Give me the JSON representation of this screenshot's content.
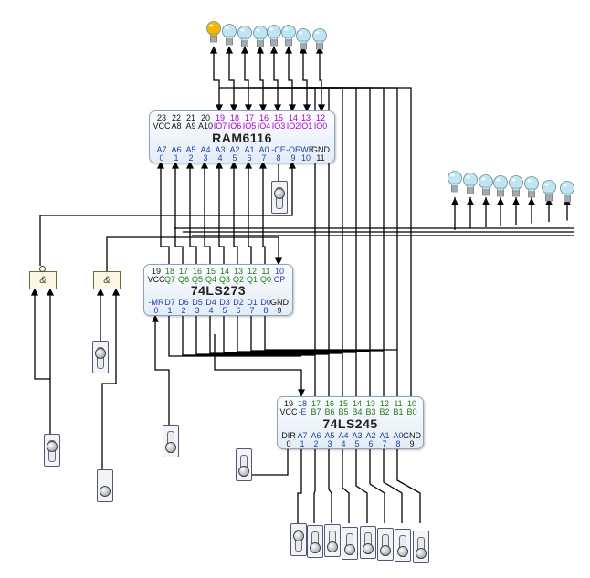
{
  "ram": {
    "top_nums": [
      "23",
      "22",
      "21",
      "20",
      "19",
      "18",
      "17",
      "16",
      "15",
      "14",
      "13",
      "12"
    ],
    "top_labels": [
      "VCC",
      "A8",
      "A9",
      "A10",
      "IO7",
      "IO6",
      "IO5",
      "IO4",
      "IO3",
      "IO2",
      "IO1",
      "IO0"
    ],
    "name": "RAM6116",
    "bot_labels": [
      "A7",
      "A6",
      "A5",
      "A4",
      "A3",
      "A2",
      "A1",
      "A0",
      "-CE",
      "-OE",
      "-WE",
      "GND"
    ],
    "bot_nums": [
      "0",
      "1",
      "2",
      "3",
      "4",
      "5",
      "6",
      "7",
      "8",
      "9",
      "10",
      "11"
    ]
  },
  "latch": {
    "top_nums": [
      "19",
      "18",
      "17",
      "16",
      "15",
      "14",
      "13",
      "12",
      "11",
      "10"
    ],
    "top_labels": [
      "VCC",
      "Q7",
      "Q6",
      "Q5",
      "Q4",
      "Q3",
      "Q2",
      "Q1",
      "Q0",
      "CP"
    ],
    "name": "74LS273",
    "bot_labels": [
      "-MR",
      "D7",
      "D6",
      "D5",
      "D4",
      "D3",
      "D2",
      "D1",
      "D0",
      "GND"
    ],
    "bot_nums": [
      "0",
      "1",
      "2",
      "3",
      "4",
      "5",
      "6",
      "7",
      "8",
      "9"
    ]
  },
  "buffer": {
    "top_nums": [
      "19",
      "18",
      "17",
      "16",
      "15",
      "14",
      "13",
      "12",
      "11",
      "10"
    ],
    "top_labels": [
      "VCC",
      "-E",
      "B7",
      "B6",
      "B5",
      "B4",
      "B3",
      "B2",
      "B1",
      "B0"
    ],
    "name": "74LS245",
    "bot_labels": [
      "DIR",
      "A7",
      "A6",
      "A5",
      "A4",
      "A3",
      "A2",
      "A1",
      "A0",
      "GND"
    ],
    "bot_nums": [
      "0",
      "1",
      "2",
      "3",
      "4",
      "5",
      "6",
      "7",
      "8",
      "9"
    ]
  },
  "gates": [
    "&",
    "&"
  ],
  "colors": {
    "wire": "#000000",
    "bulb_on": "#f5b800",
    "bulb_off": "#bfe6f0",
    "purple": "#b000c8",
    "green": "#1f7a12",
    "blue": "#1f3fa6"
  },
  "bulbs_top": [
    true,
    false,
    false,
    false,
    false,
    false,
    false,
    false
  ],
  "bulbs_right": [
    false,
    false,
    false,
    false,
    false,
    false,
    false,
    false
  ]
}
